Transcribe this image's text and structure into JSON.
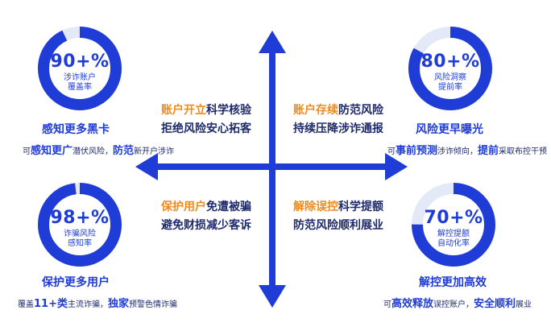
{
  "colors": {
    "accent": "#1f3cd6",
    "highlight": "#f08a1c",
    "track": "#e4e9f8",
    "text": "#1f2a6b"
  },
  "axes": {
    "arrow_color": "#1f3cd6"
  },
  "quadrants": {
    "top_left": {
      "ring": {
        "value": "90+%",
        "label": "涉诈账户\n覆盖率",
        "fraction": 0.93
      },
      "title": "感知更多黑卡",
      "desc": [
        {
          "text": "可",
          "hl": false
        },
        {
          "text": "感知更广",
          "hl": true
        },
        {
          "text": "潜伏风险，",
          "hl": false
        },
        {
          "text": "防范",
          "hl": true
        },
        {
          "text": "新开户涉诈",
          "hl": false
        }
      ]
    },
    "top_right": {
      "ring": {
        "value": "80+%",
        "label": "风险洞察\n提前率",
        "fraction": 0.83
      },
      "title": "风险更早曝光",
      "desc": [
        {
          "text": "可",
          "hl": false
        },
        {
          "text": "事前预测",
          "hl": true
        },
        {
          "text": "涉诈倾向，",
          "hl": false
        },
        {
          "text": "提前",
          "hl": true
        },
        {
          "text": "采取布控干预",
          "hl": false
        }
      ]
    },
    "bottom_left": {
      "ring": {
        "value": "98+%",
        "label": "诈骗风险\n感知率",
        "fraction": 0.98
      },
      "title": "保护更多用户",
      "desc": [
        {
          "text": "覆盖",
          "hl": false
        },
        {
          "text": "11+类",
          "hl": true
        },
        {
          "text": "主流诈骗，",
          "hl": false
        },
        {
          "text": "独家",
          "hl": true
        },
        {
          "text": "预警色情诈骗",
          "hl": false
        }
      ]
    },
    "bottom_right": {
      "ring": {
        "value": "70+%",
        "label": "解控提额\n自动化率",
        "fraction": 0.75
      },
      "title": "解控更加高效",
      "desc": [
        {
          "text": "可",
          "hl": false
        },
        {
          "text": "高效释放",
          "hl": true
        },
        {
          "text": "误控账户，",
          "hl": false
        },
        {
          "text": "安全顺利",
          "hl": true
        },
        {
          "text": "展业",
          "hl": false
        }
      ]
    }
  },
  "center": {
    "top_left": {
      "highlight": "账户开立",
      "rest": "科学核验",
      "line2": "拒绝风险安心拓客"
    },
    "top_right": {
      "highlight": "账户存续",
      "rest": "防范风险",
      "line2": "持续压降涉诈通报"
    },
    "bottom_left": {
      "highlight": "保护用户",
      "rest": "免遭被骗",
      "line2": "避免财损减少客诉"
    },
    "bottom_right": {
      "highlight": "解除误控",
      "rest": "科学提额",
      "line2": "防范风险顺利展业"
    }
  }
}
